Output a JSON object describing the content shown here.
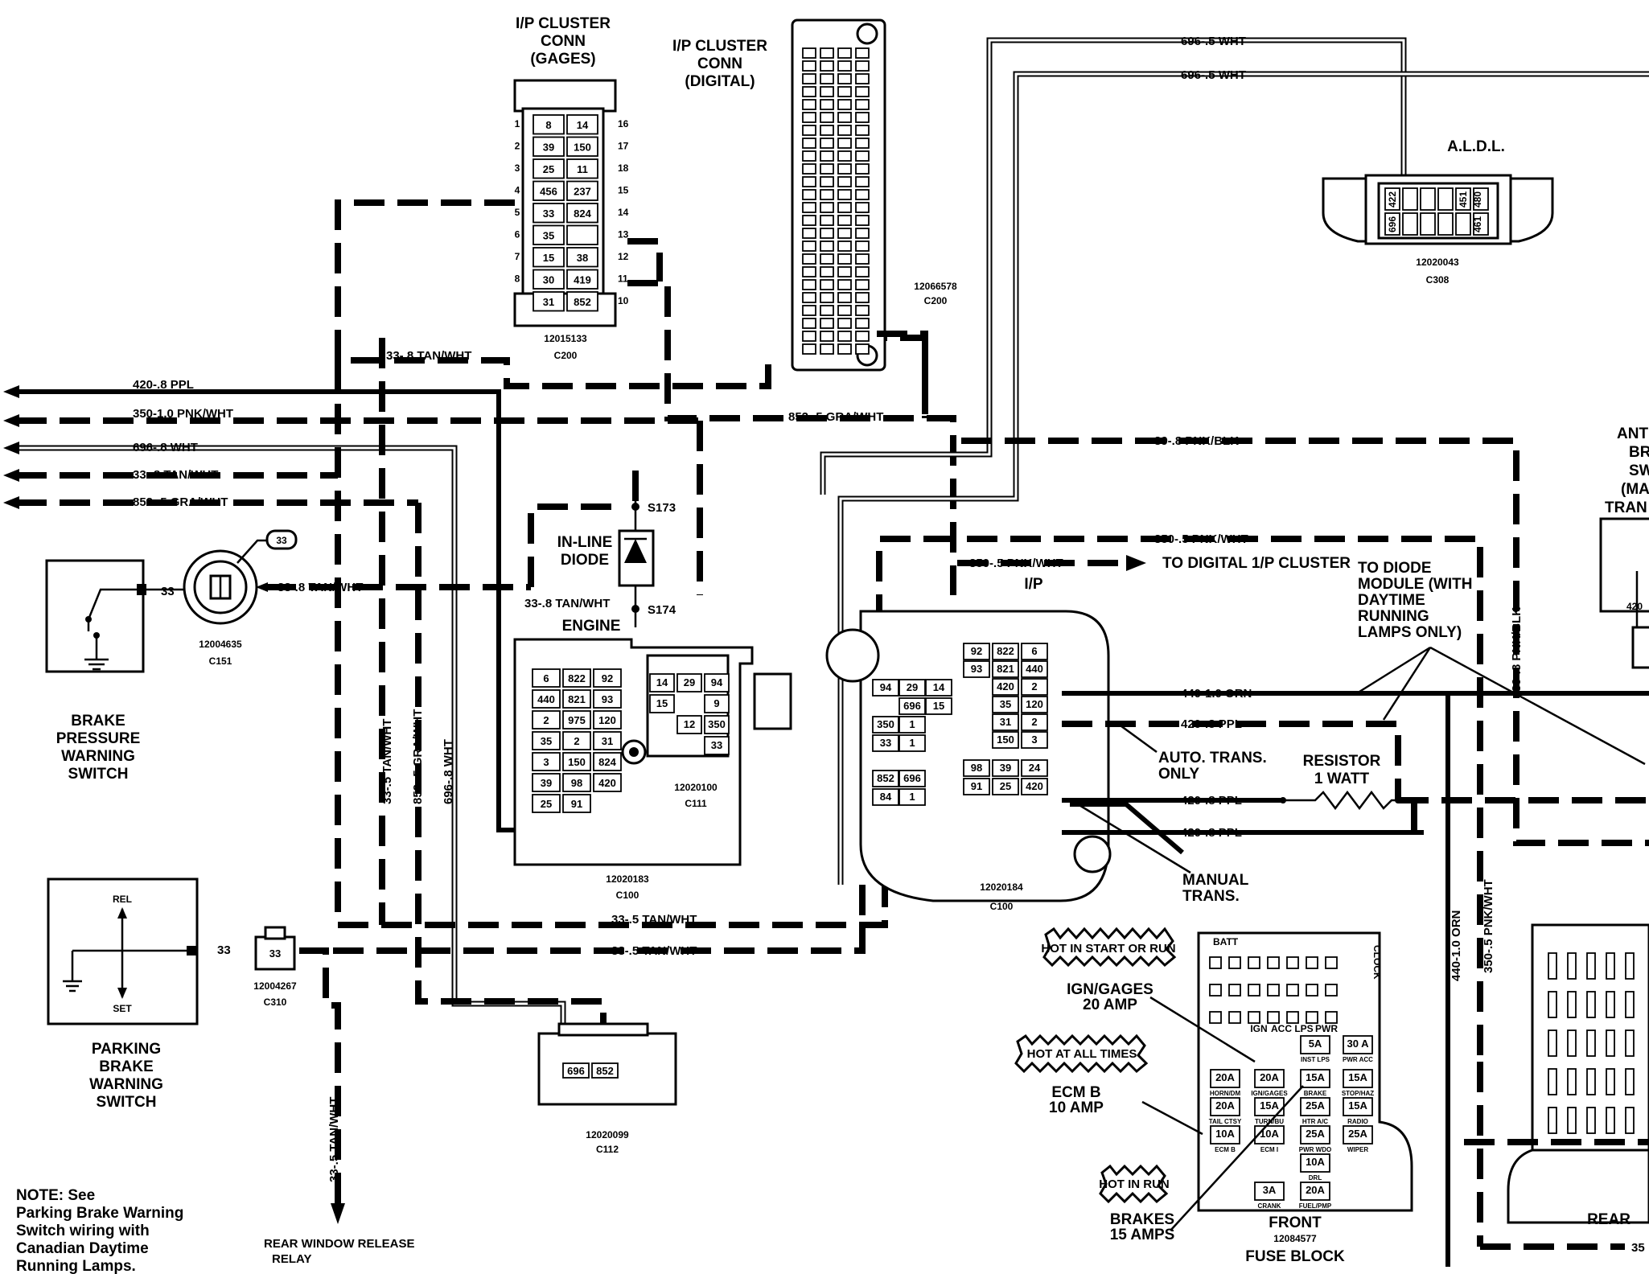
{
  "connectors": {
    "ip_cluster_gages": {
      "title": [
        "I/P CLUSTER",
        "CONN",
        "(GAGES)"
      ],
      "part": "12015133",
      "code": "C200",
      "left_numbers": [
        "1",
        "2",
        "3",
        "4",
        "5",
        "6",
        "7",
        "8"
      ],
      "right_numbers": [
        "16",
        "17",
        "18",
        "15",
        "14",
        "13",
        "12",
        "11",
        "10"
      ],
      "pins": [
        "8",
        "14",
        "39",
        "150",
        "25",
        "11",
        "456",
        "237",
        "33",
        "824",
        "35",
        "",
        "15",
        "38",
        "30",
        "419",
        "31",
        "852"
      ]
    },
    "ip_cluster_digital": {
      "title": [
        "I/P CLUSTER",
        "CONN",
        "(DIGITAL)"
      ],
      "part": "12066578",
      "code": "C200"
    },
    "aldl": {
      "title": "A.L.D.L.",
      "part": "12020043",
      "code": "C308",
      "pins": [
        "422",
        "696",
        "451",
        "480",
        "461"
      ]
    },
    "c151": {
      "part": "12004635",
      "code": "C151",
      "callout": "33"
    },
    "c310": {
      "part": "12004267",
      "code": "C310",
      "pin": "33"
    },
    "engine_c100": {
      "label": "ENGINE",
      "part": "12020183",
      "code": "C100",
      "pins": [
        "6",
        "822",
        "92",
        "440",
        "821",
        "93",
        "2",
        "975",
        "120",
        "35",
        "2",
        "31",
        "3",
        "150",
        "824",
        "39",
        "98",
        "420",
        "25",
        "91"
      ]
    },
    "c111": {
      "part": "12020100",
      "code": "C111",
      "pins": [
        "14",
        "29",
        "94",
        "15",
        "9",
        "12",
        "350",
        "33"
      ]
    },
    "ip_c100": {
      "label": "I/P",
      "part": "12020184",
      "code": "C100",
      "pins": [
        "94",
        "29",
        "14",
        "696",
        "15",
        "350",
        "1",
        "33",
        "1",
        "852",
        "696",
        "84",
        "1",
        "92",
        "822",
        "6",
        "93",
        "821",
        "440",
        "420",
        "2",
        "35",
        "120",
        "31",
        "2",
        "150",
        "3",
        "98",
        "39",
        "24",
        "91",
        "25",
        "420"
      ]
    },
    "c112": {
      "part": "12020099",
      "code": "C112",
      "pins": [
        "696",
        "852"
      ]
    }
  },
  "splices": {
    "s173": "S173",
    "s174": "S174",
    "diode": [
      "IN-LINE",
      "DIODE"
    ],
    "diode_wire": "33-.8 TAN/WHT"
  },
  "switches": {
    "brake_pressure": {
      "label": [
        "BRAKE",
        "PRESSURE",
        "WARNING",
        "SWITCH"
      ],
      "pin": "33"
    },
    "parking_brake": {
      "label": [
        "PARKING",
        "BRAKE",
        "WARNING",
        "SWITCH"
      ],
      "rel": "REL",
      "set": "SET",
      "pin": "33"
    }
  },
  "wires": {
    "w420_left": "420-.8 PPL",
    "w350_left": "350-1.0 PNK/WHT",
    "w696_left": "696-.8 WHT",
    "w33_left": "33-.8 TAN/WHT",
    "w852_left": "852-.5 GRA/WHT",
    "w33_top": "33-.8 TAN/WHT",
    "w852_mid": "852-.5 GRA/WHT",
    "w696_top1": "696-.5 WHT",
    "w696_top2": "696-.5 WHT",
    "w39": "39-.8 PNK/BLK",
    "w39_vert": "39-.8 PNK/BLK",
    "w350_a": "350-.5 PNK/WHT",
    "w350_b": "350-.5 PNK/WHT",
    "to_digital": "TO DIGITAL 1/P CLUSTER",
    "w33_switch": "33-.8 TAN/WHT",
    "w33_vert": "33-.5 TAN/WHT",
    "w852_vert": "852-.5 GRA/WHT",
    "w696_vert": "696-.8 WHT",
    "w33_bot1": "33-.5 TAN/WHT",
    "w33_bot2": "33-.5 TAN/WHT",
    "w33_relay": "33-.5 TAN/WHT",
    "w440": "440-1.0 ORN",
    "w420_a": "420-.8 PPL",
    "w420_b": "420-.8 PPL",
    "w420_c": "420-.8 PPL",
    "w440_vert": "440-1.0 ORN",
    "w350_vert": "350-.5 PNK/WHT",
    "w350_bottom": "35"
  },
  "annotations": {
    "diode_module": [
      "TO DIODE",
      "MODULE (WITH",
      "DAYTIME",
      "RUNNING",
      "LAMPS ONLY)"
    ],
    "auto_trans": [
      "AUTO. TRANS.",
      "ONLY"
    ],
    "manual_trans": [
      "MANUAL",
      "TRANS."
    ],
    "resistor": [
      "RESISTOR",
      "1 WATT"
    ],
    "rear_relay": [
      "REAR WINDOW RELEASE",
      "RELAY"
    ],
    "anti_brake": [
      "ANTI",
      "BR",
      "SW",
      "(MA",
      "TRAN"
    ],
    "callout_420": "420",
    "note": [
      "NOTE:  See",
      "Parking Brake Warning",
      "Switch wiring with",
      "Canadian Daytime",
      "Running Lamps."
    ]
  },
  "fuse_block": {
    "title": "FUSE BLOCK",
    "front": "FRONT",
    "part": "12084577",
    "rear": "REAR",
    "batt": "BATT",
    "clock": "CLOCK",
    "hot_start_run": "HOT IN START OR RUN",
    "ign_gages": [
      "IGN/GAGES",
      "20 AMP"
    ],
    "hot_all_times": "HOT AT ALL TIMES",
    "ecm_b": [
      "ECM B",
      "10 AMP"
    ],
    "hot_in_run": "HOT IN RUN",
    "brakes": [
      "BRAKES",
      "15 AMPS"
    ],
    "head_labels": [
      "IGN",
      "ACC",
      "LPS",
      "PWR"
    ],
    "fuses": [
      {
        "amp": "5A",
        "name": "INST LPS"
      },
      {
        "amp": "30 A",
        "name": "PWR ACC"
      },
      {
        "amp": "20A",
        "name": "HORN/DM"
      },
      {
        "amp": "20A",
        "name": "IGN/GAGES"
      },
      {
        "amp": "15A",
        "name": "BRAKE"
      },
      {
        "amp": "15A",
        "name": "STOP/HAZ"
      },
      {
        "amp": "20A",
        "name": "TAIL CTSY"
      },
      {
        "amp": "15A",
        "name": "TURN/BU"
      },
      {
        "amp": "25A",
        "name": "HTR A/C"
      },
      {
        "amp": "15A",
        "name": "RADIO"
      },
      {
        "amp": "10A",
        "name": "ECM B"
      },
      {
        "amp": "10A",
        "name": "ECM I"
      },
      {
        "amp": "25A",
        "name": "PWR WDO"
      },
      {
        "amp": "25A",
        "name": "WIPER"
      },
      {
        "amp": "10A",
        "name": "DRL"
      },
      {
        "amp": "3A",
        "name": "CRANK"
      },
      {
        "amp": "20A",
        "name": "FUEL/PMP"
      }
    ]
  }
}
